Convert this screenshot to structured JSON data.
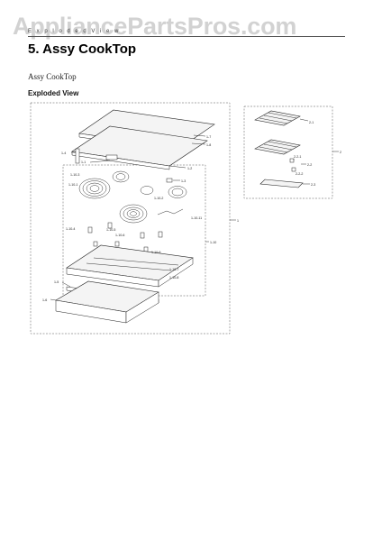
{
  "watermark": "AppliancePartsPros.com",
  "header": {
    "small_text": "E x p l o d e d   V i e w",
    "section_title": "5.  Assy CookTop"
  },
  "subtitle": "Assy CookTop",
  "view_label": "Exploded View",
  "callouts": {
    "c1_7": "1-7",
    "c1_8": "1-8",
    "c1_4": "1-4",
    "c1_1": "1-1",
    "c1_2": "1-2",
    "c1_3": "1-3",
    "c1_10_3": "1-10-3",
    "c1_10_1": "1-10-1",
    "c1_10_2": "1-10-2",
    "c1_10_11": "1-10-11",
    "c1_10_4": "1-10-4",
    "c1_10_5": "1-10-5",
    "c1_10_6": "1-10-6",
    "c1_10_7": "1-10-7",
    "c1_10_8": "1-10-8",
    "c1_10_9": "1-10-9",
    "c1_10": "1-10",
    "c1": "1",
    "c1_5": "1-5",
    "c1_6": "1-6",
    "c2": "2",
    "c2_1": "2-1",
    "c2_2_1": "2-2-1",
    "c2_2": "2-2",
    "c2_2_2": "2-2-2",
    "c2_3": "2-3"
  }
}
